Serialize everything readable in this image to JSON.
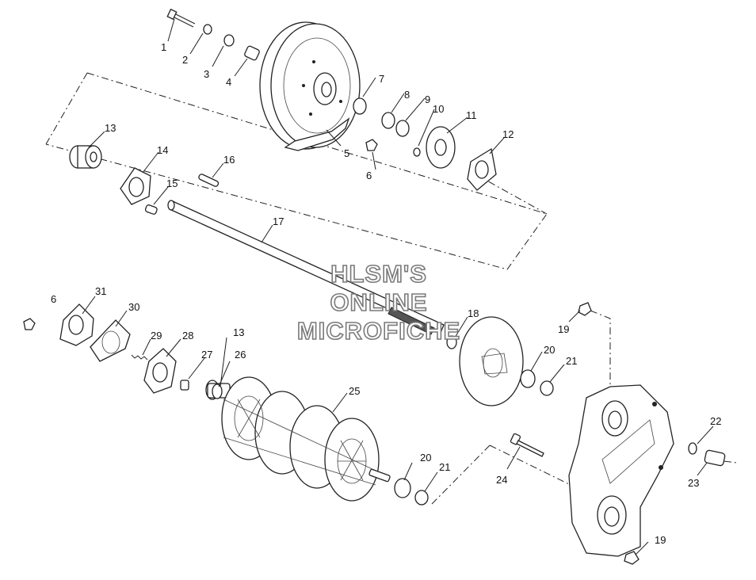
{
  "callouts": {
    "c1": "1",
    "c2": "2",
    "c3": "3",
    "c4": "4",
    "c5": "5",
    "c6a": "6",
    "c6b": "6",
    "c7": "7",
    "c8": "8",
    "c9": "9",
    "c10": "10",
    "c11": "11",
    "c12": "12",
    "c13a": "13",
    "c13b": "13",
    "c14": "14",
    "c15": "15",
    "c16": "16",
    "c17": "17",
    "c18": "18",
    "c19a": "19",
    "c19b": "19",
    "c20a": "20",
    "c20b": "20",
    "c21a": "21",
    "c21b": "21",
    "c22": "22",
    "c23": "23",
    "c24": "24",
    "c25": "25",
    "c26": "26",
    "c27": "27",
    "c28": "28",
    "c29": "29",
    "c30": "30",
    "c31": "31"
  },
  "watermark": {
    "line1": "HLSM'S",
    "line2": "ONLINE",
    "line3": "MICROFICHE"
  }
}
